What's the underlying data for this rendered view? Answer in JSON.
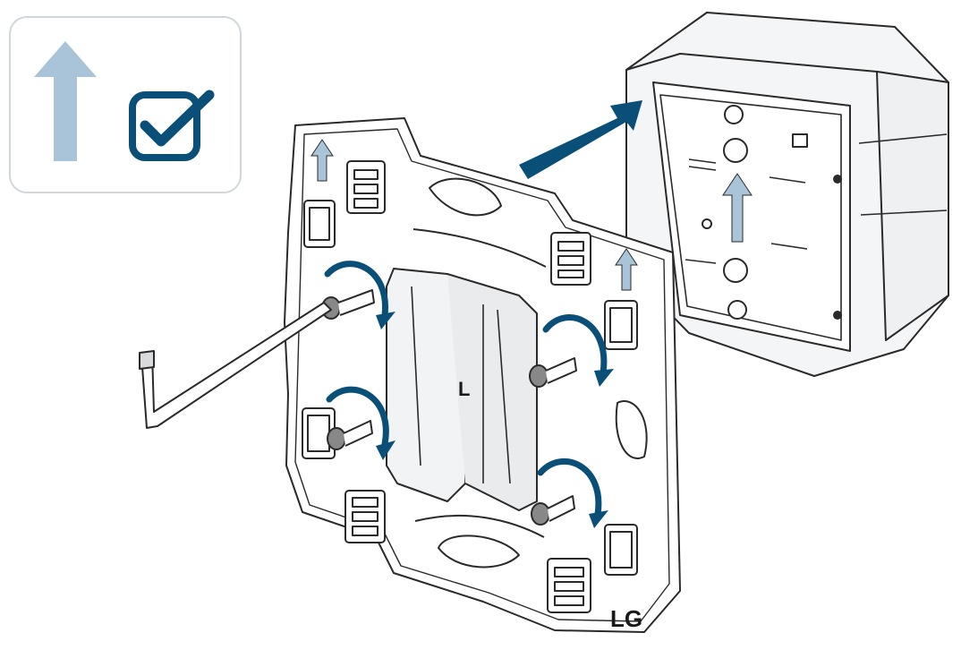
{
  "instruction_badge": {
    "arrow_meaning": "up",
    "check_mark": "correct"
  },
  "labels": {
    "brand_mark": "LG",
    "rocker_mark": "L"
  },
  "colors": {
    "primary_arrow": "#0a4f78",
    "rotate_arrows": "#0a4f78",
    "orientation_arrows": "#a9c4d8",
    "outline": "#2a2a2a",
    "badge_border": "#cfd6dc"
  },
  "icons": [
    "up-arrow-icon",
    "checkbox-check-icon",
    "insert-arrow-icon",
    "rotate-arrow-icon",
    "hex-key-icon",
    "screw-icon"
  ]
}
